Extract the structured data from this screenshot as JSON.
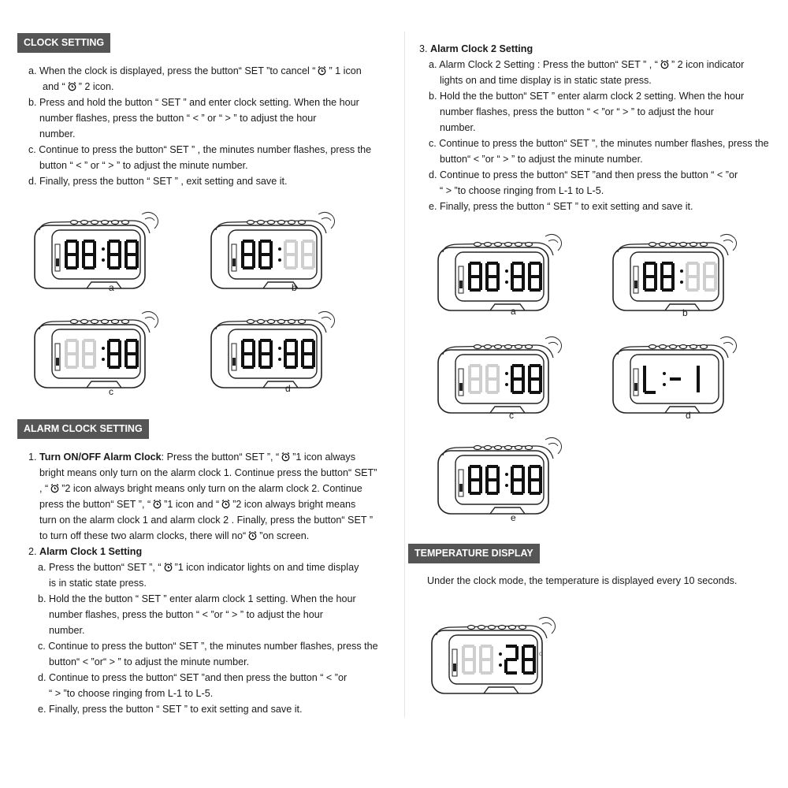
{
  "clock_setting": {
    "header": "CLOCK SETTING",
    "a1_pre": "a. When the clock is displayed, press the button“ SET ”to cancel “",
    "a1_post": "” 1 icon",
    "a2_pre": "and “",
    "a2_post": "” 2 icon.",
    "b1": "b. Press and hold the button “ SET ” and enter clock setting. When the hour",
    "b2": "number flashes, press the button “ < ” or “ > ” to adjust the hour",
    "b3": "number.",
    "c1": "c. Continue to press the button“ SET ” , the minutes number flashes, press the",
    "c2": "button “ < ” or “ > ” to adjust the minute number.",
    "d1": "d. Finally, press the button “ SET ” , exit setting and save it.",
    "figures": [
      {
        "label": "a",
        "display": "88:88"
      },
      {
        "label": "b",
        "display": "88:88"
      },
      {
        "label": "c",
        "display": "88:88"
      },
      {
        "label": "d",
        "display": "88:88"
      }
    ]
  },
  "alarm_setting": {
    "header": "ALARM CLOCK SETTING",
    "t1_num": "1. ",
    "t1_bold": "Turn ON/OFF Alarm Clock",
    "t1_a": ": Press the button“ SET ”, “",
    "t1_b": "”1 icon always",
    "t2": "bright means only turn on the alarm clock 1. Continue press the button“ SET”",
    "t3_a": ", “",
    "t3_b": "”2 icon always bright means only turn on the alarm clock 2. Continue",
    "t4_a": "press the button“ SET ”, “",
    "t4_b": "”1 icon and “",
    "t4_c": "”2 icon always bright means",
    "t5": "turn on the alarm clock 1 and alarm clock 2 . Finally, press the button“ SET ”",
    "t6_a": "to turn off these two alarm clocks, there will no“",
    "t6_b": "”on screen.",
    "s2_num": "2. ",
    "s2_bold": "Alarm Clock 1 Setting",
    "a_a": "a. Press the button“ SET ”, “",
    "a_b": "”1 icon indicator lights on and time display",
    "a2": "is in static state press.",
    "b1": "b. Hold the the button “ SET ” enter alarm clock 1 setting. When the hour",
    "b2": "number flashes, press the button “ < ”or “ > ” to adjust the hour",
    "b3": "number.",
    "c1": "c. Continue to press the button“ SET ”, the minutes number flashes, press the",
    "c2": "button“ < ”or“ > ” to adjust the minute number.",
    "d1": "d. Continue to press the button“ SET ”and then press the button “ < ”or",
    "d2": "“ > ”to choose ringing from L-1 to L-5.",
    "e1": "e. Finally, press the button “ SET ” to exit setting and save it."
  },
  "alarm2": {
    "num": "3. ",
    "bold": "Alarm Clock 2 Setting",
    "a1_a": "a. Alarm Clock 2 Setting : Press the button“ SET ” , “",
    "a1_b": "” 2 icon indicator",
    "a2": "lights on and time display is in static state press.",
    "b1": "b. Hold the the button“ SET ” enter alarm clock 2 setting. When the hour",
    "b2": "number flashes, press the button “ < ”or “ > ” to adjust the hour",
    "b3": "number.",
    "c1": "c. Continue to press the button“ SET ”, the minutes number flashes, press the",
    "c2": "button“ < ”or “ > ” to adjust the minute number.",
    "d1": "d. Continue to press the button“ SET ”and then press the button “ < ”or",
    "d2": "“ > ”to choose ringing from L-1 to L-5.",
    "e1": "e. Finally, press the button “ SET ” to exit setting and save it.",
    "figures": [
      {
        "label": "a",
        "display": "88:88"
      },
      {
        "label": "b",
        "display": "88:88"
      },
      {
        "label": "c",
        "display": "88:88"
      },
      {
        "label": "d",
        "display": "L:-1"
      },
      {
        "label": "e",
        "display": "88:88"
      }
    ]
  },
  "temperature": {
    "header": "TEMPERATURE DISPLAY",
    "text": "Under the clock mode, the temperature is displayed every 10 seconds.",
    "display": "88:28",
    "unit": "c"
  },
  "icon_names": [
    "alarm-clock-icon"
  ]
}
